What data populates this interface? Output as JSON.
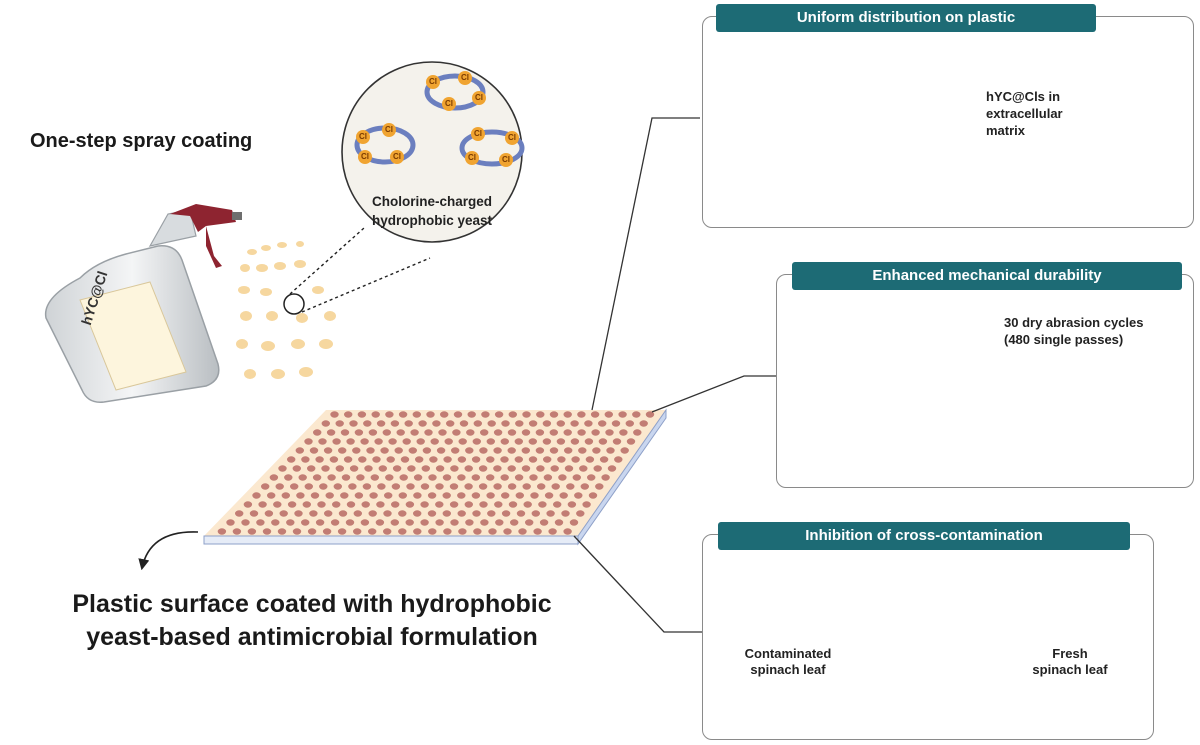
{
  "spray": {
    "title": "One-step spray coating",
    "bottle_label": "hYC@Cl",
    "zoom_caption_line1": "Cholorine-charged",
    "zoom_caption_line2": "hydrophobic yeast",
    "chlorine_symbol": "Cl"
  },
  "surface": {
    "caption_line1": "Plastic surface coated with hydrophobic",
    "caption_line2": "yeast-based antimicrobial formulation"
  },
  "panels": {
    "distribution": {
      "title": "Uniform distribution on plastic",
      "note_line1": "hYC@Cls in",
      "note_line2": "extracellular",
      "note_line3": "matrix"
    },
    "durability": {
      "title": "Enhanced mechanical durability",
      "note_line1": "30 dry abrasion cycles",
      "note_line2": "(480 single passes)"
    },
    "contamination": {
      "title": "Inhibition of cross-contamination",
      "left_leaf_line1": "Contaminated",
      "left_leaf_line2": "spinach leaf",
      "right_leaf_line1": "Fresh",
      "right_leaf_line2": "spinach leaf"
    }
  },
  "colors": {
    "teal_tag": "#1d6b75",
    "coating_dot": "#c27d74",
    "coating_base": "#fbe8cf",
    "spray_droplet": "#f6d79f",
    "leaf_green": "#4f8a3c",
    "sponge_blue": "#5b82c9",
    "cross_red": "#d9453d"
  }
}
